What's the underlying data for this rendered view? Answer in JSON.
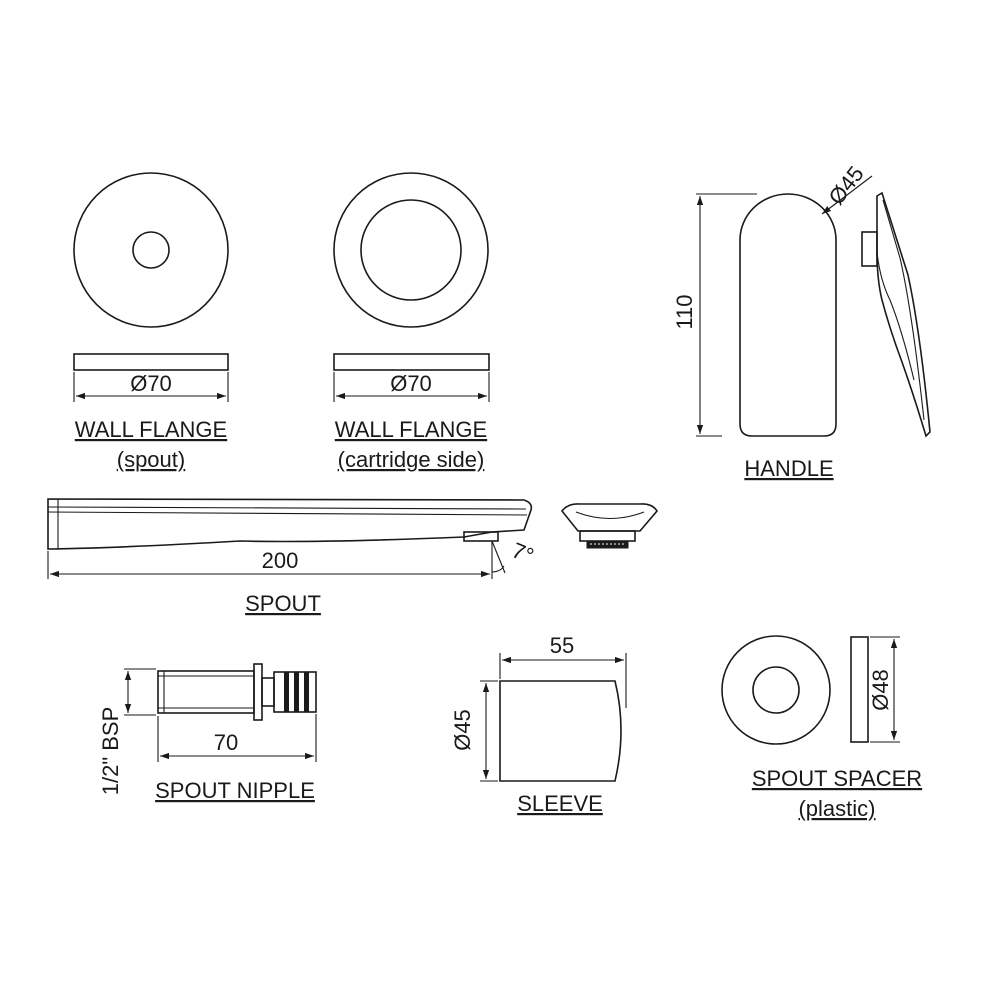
{
  "wall_flange_spout": {
    "title": "WALL FLANGE",
    "subtitle": "(spout)",
    "dim": "Ø70"
  },
  "wall_flange_cartridge": {
    "title": "WALL FLANGE",
    "subtitle": "(cartridge side)",
    "dim": "Ø70"
  },
  "handle": {
    "title": "HANDLE",
    "dim_height": "110",
    "dim_diameter": "Ø45"
  },
  "spout": {
    "title": "SPOUT",
    "dim_length": "200",
    "dim_angle": "7°"
  },
  "spout_nipple": {
    "title": "SPOUT NIPPLE",
    "dim_length": "70",
    "dim_thread": "1/2\" BSP"
  },
  "sleeve": {
    "title": "SLEEVE",
    "dim_length": "55",
    "dim_diameter": "Ø45"
  },
  "spout_spacer": {
    "title": "SPOUT SPACER",
    "subtitle": "(plastic)",
    "dim_diameter": "Ø48"
  }
}
